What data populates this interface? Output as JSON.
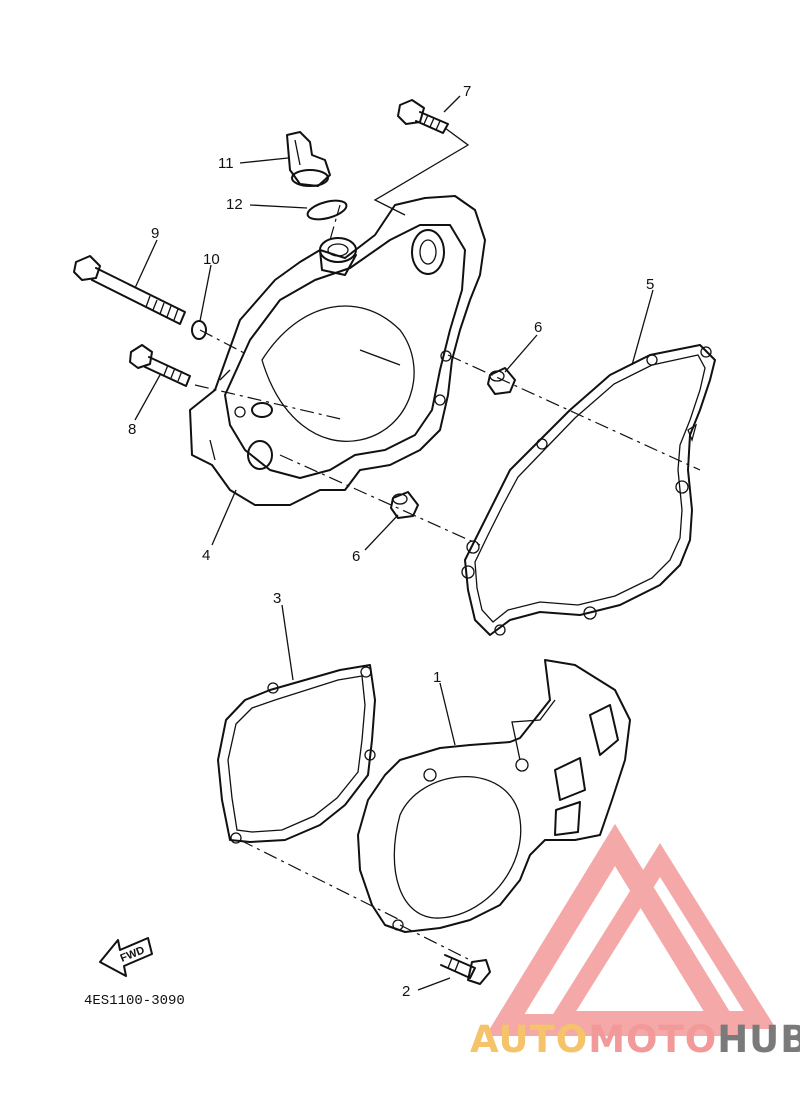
{
  "diagram": {
    "drawing_code": "4ES1100-3090",
    "fwd_label": "FWD",
    "callouts": [
      "1",
      "2",
      "3",
      "4",
      "5",
      "6",
      "6",
      "7",
      "8",
      "9",
      "10",
      "11",
      "12"
    ]
  },
  "watermark": {
    "part1": "AUTO",
    "part2": "MOTO",
    "part3": "HUB",
    "colors": {
      "auto": "#f4c36a",
      "moto": "#f29a9a",
      "hub": "#7a7a7a",
      "logo": "#f28b8b"
    }
  }
}
